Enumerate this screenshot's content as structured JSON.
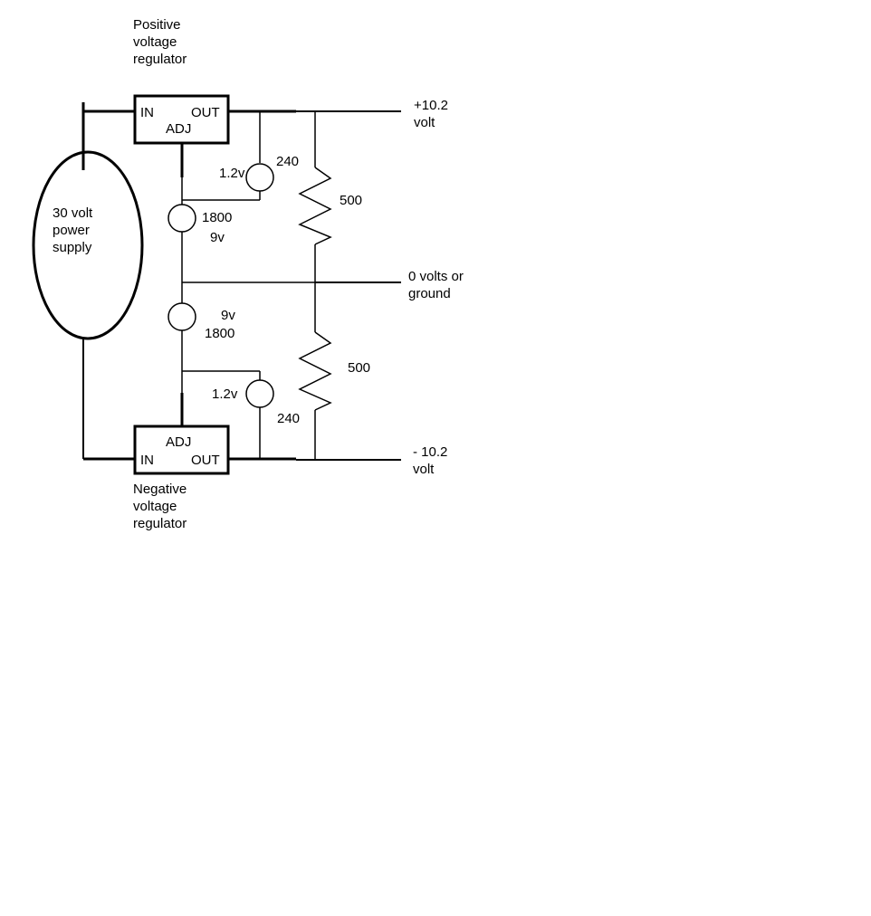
{
  "labels": {
    "pos_regulator_title": "Positive\nvoltage\nregulator",
    "pos_in": "IN",
    "pos_out": "OUT",
    "pos_adj": "ADJ",
    "neg_regulator_title": "Negative\nvoltage\nregulator",
    "neg_adj": "ADJ",
    "neg_in": "IN",
    "neg_out": "OUT",
    "power_supply": "30 volt\npower\nsupply",
    "top_res_240": "240",
    "top_1_2v": "1.2v",
    "top_1800": "1800",
    "top_9v": "9v",
    "right_500_top": "500",
    "output_pos": "+10.2\nvolt",
    "output_ground": "0 volts or\nground",
    "bot_9v": "9v",
    "bot_1800": "1800",
    "right_500_bot": "500",
    "bot_1_2v": "1.2v",
    "bot_res_240": "240",
    "output_neg": "- 10.2\nvolt"
  },
  "colors": {
    "ink": "#000000",
    "background": "#ffffff"
  }
}
